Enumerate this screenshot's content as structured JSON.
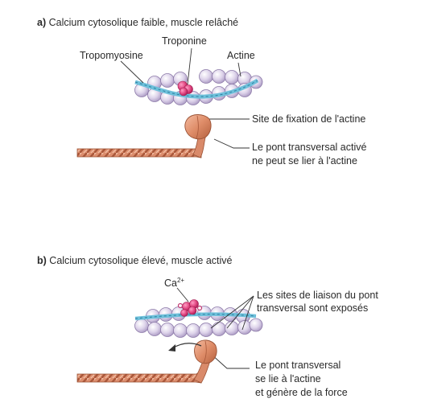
{
  "panel_a": {
    "letter": "a)",
    "title": "Calcium cytosolique faible, muscle relâché",
    "label_troponine": "Troponine",
    "label_tropomyosine": "Tropomyosine",
    "label_actine": "Actine",
    "label_site": "Site de fixation de l'actine",
    "label_pont_line1": "Le pont transversal activé",
    "label_pont_line2": "ne peut se lier à l'actine"
  },
  "panel_b": {
    "letter": "b)",
    "title": "Calcium cytosolique élevé, muscle activé",
    "label_ca": "Ca",
    "label_ca_sup": "2+",
    "label_sites_line1": "Les sites de liaison du pont",
    "label_sites_line2": "transversal sont exposés",
    "label_pont_line1": "Le pont transversal",
    "label_pont_line2": "se lie à l'actine",
    "label_pont_line3": "et génère de la force"
  },
  "colors": {
    "actin": "#d9cfe6",
    "tropomyosin": "#7ec8de",
    "troponin": "#e0457f",
    "myosin": "#d98a6a"
  }
}
